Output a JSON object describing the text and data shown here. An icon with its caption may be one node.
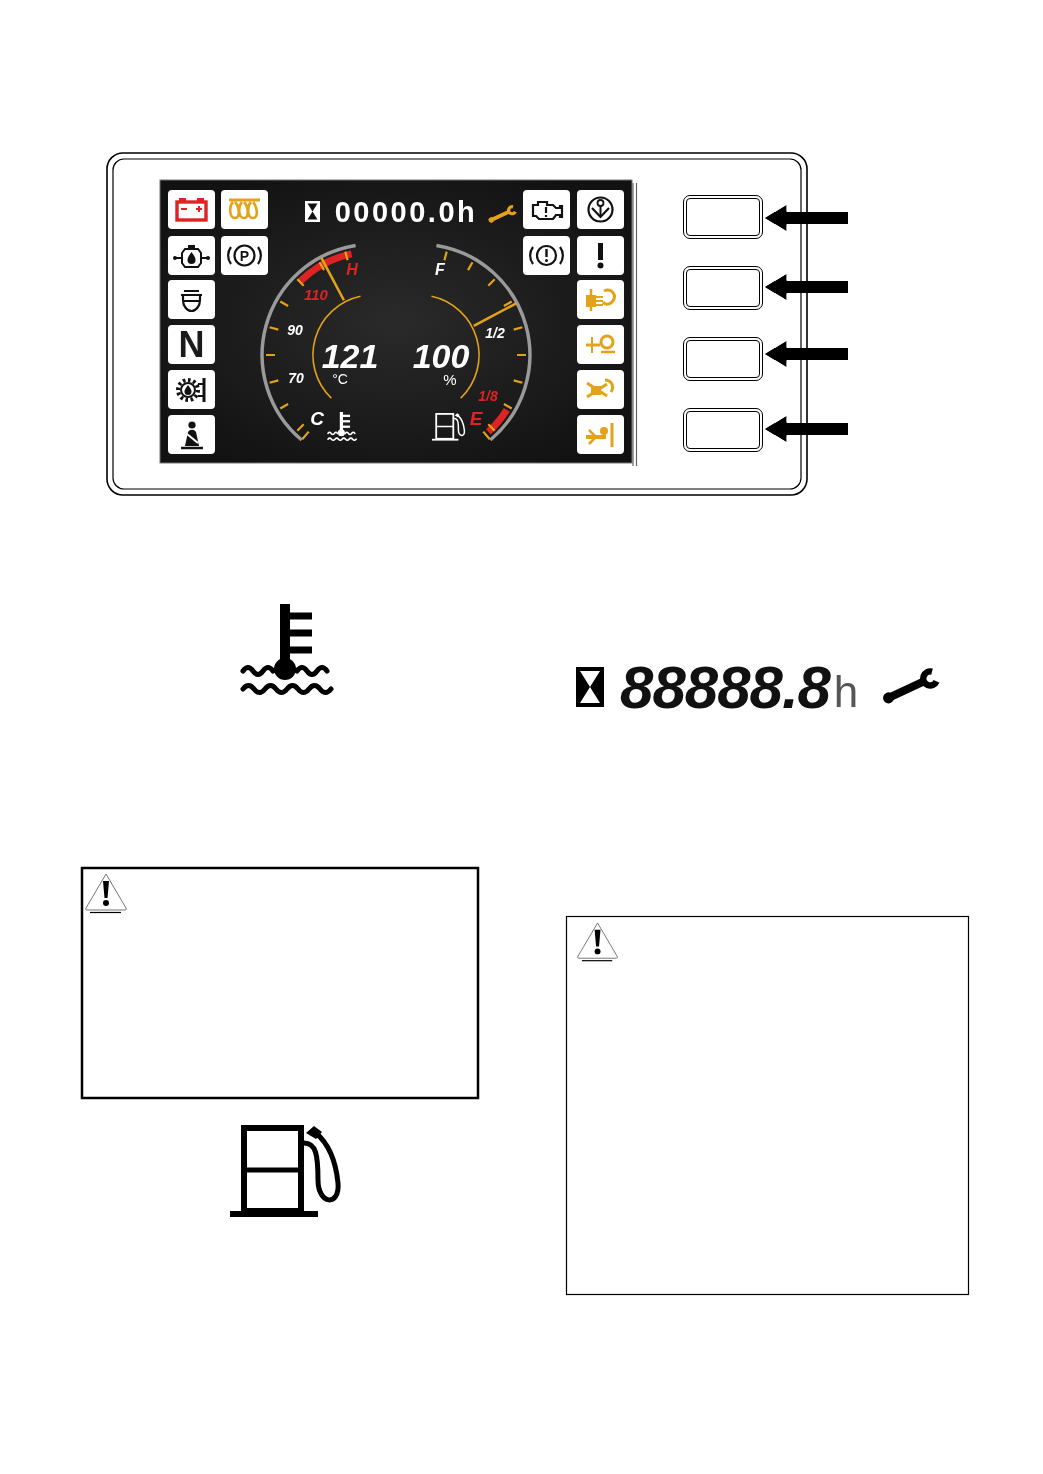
{
  "diagram": {
    "nodes": [
      {
        "text": [],
        "shape": "box"
      },
      {
        "text": [],
        "shape": "box"
      },
      {
        "text": [],
        "shape": "box"
      },
      {
        "text": [],
        "shape": "box"
      }
    ],
    "edges": [
      {
        "from": null,
        "to": 0,
        "arrow": "to"
      },
      {
        "from": null,
        "to": 1,
        "arrow": "to"
      },
      {
        "from": null,
        "to": 2,
        "arrow": "to"
      },
      {
        "from": null,
        "to": 3,
        "arrow": "to"
      }
    ],
    "labels": [
      "00000.0h",
      "P",
      "N",
      "H",
      "110",
      "90",
      "121",
      "°C",
      "70",
      "C",
      "F",
      "1/2",
      "100",
      "%",
      "1/8",
      "E",
      "88888.8",
      "h"
    ]
  }
}
